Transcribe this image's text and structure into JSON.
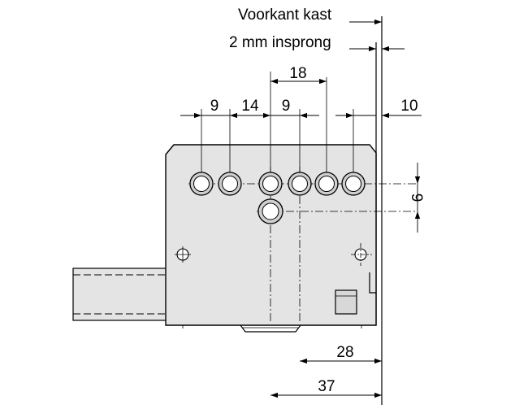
{
  "labels": {
    "front": "Voorkant kast",
    "setback": "2 mm insprong"
  },
  "dimensions": {
    "d18": "18",
    "d9a": "9",
    "d14": "14",
    "d9b": "9",
    "d10": "10",
    "d9v": "9",
    "d28": "28",
    "d37": "37"
  },
  "colors": {
    "plate": "#e4e4e4",
    "rail": "#e4e4e4",
    "hole": "#cfcfcf",
    "line": "#000000"
  }
}
